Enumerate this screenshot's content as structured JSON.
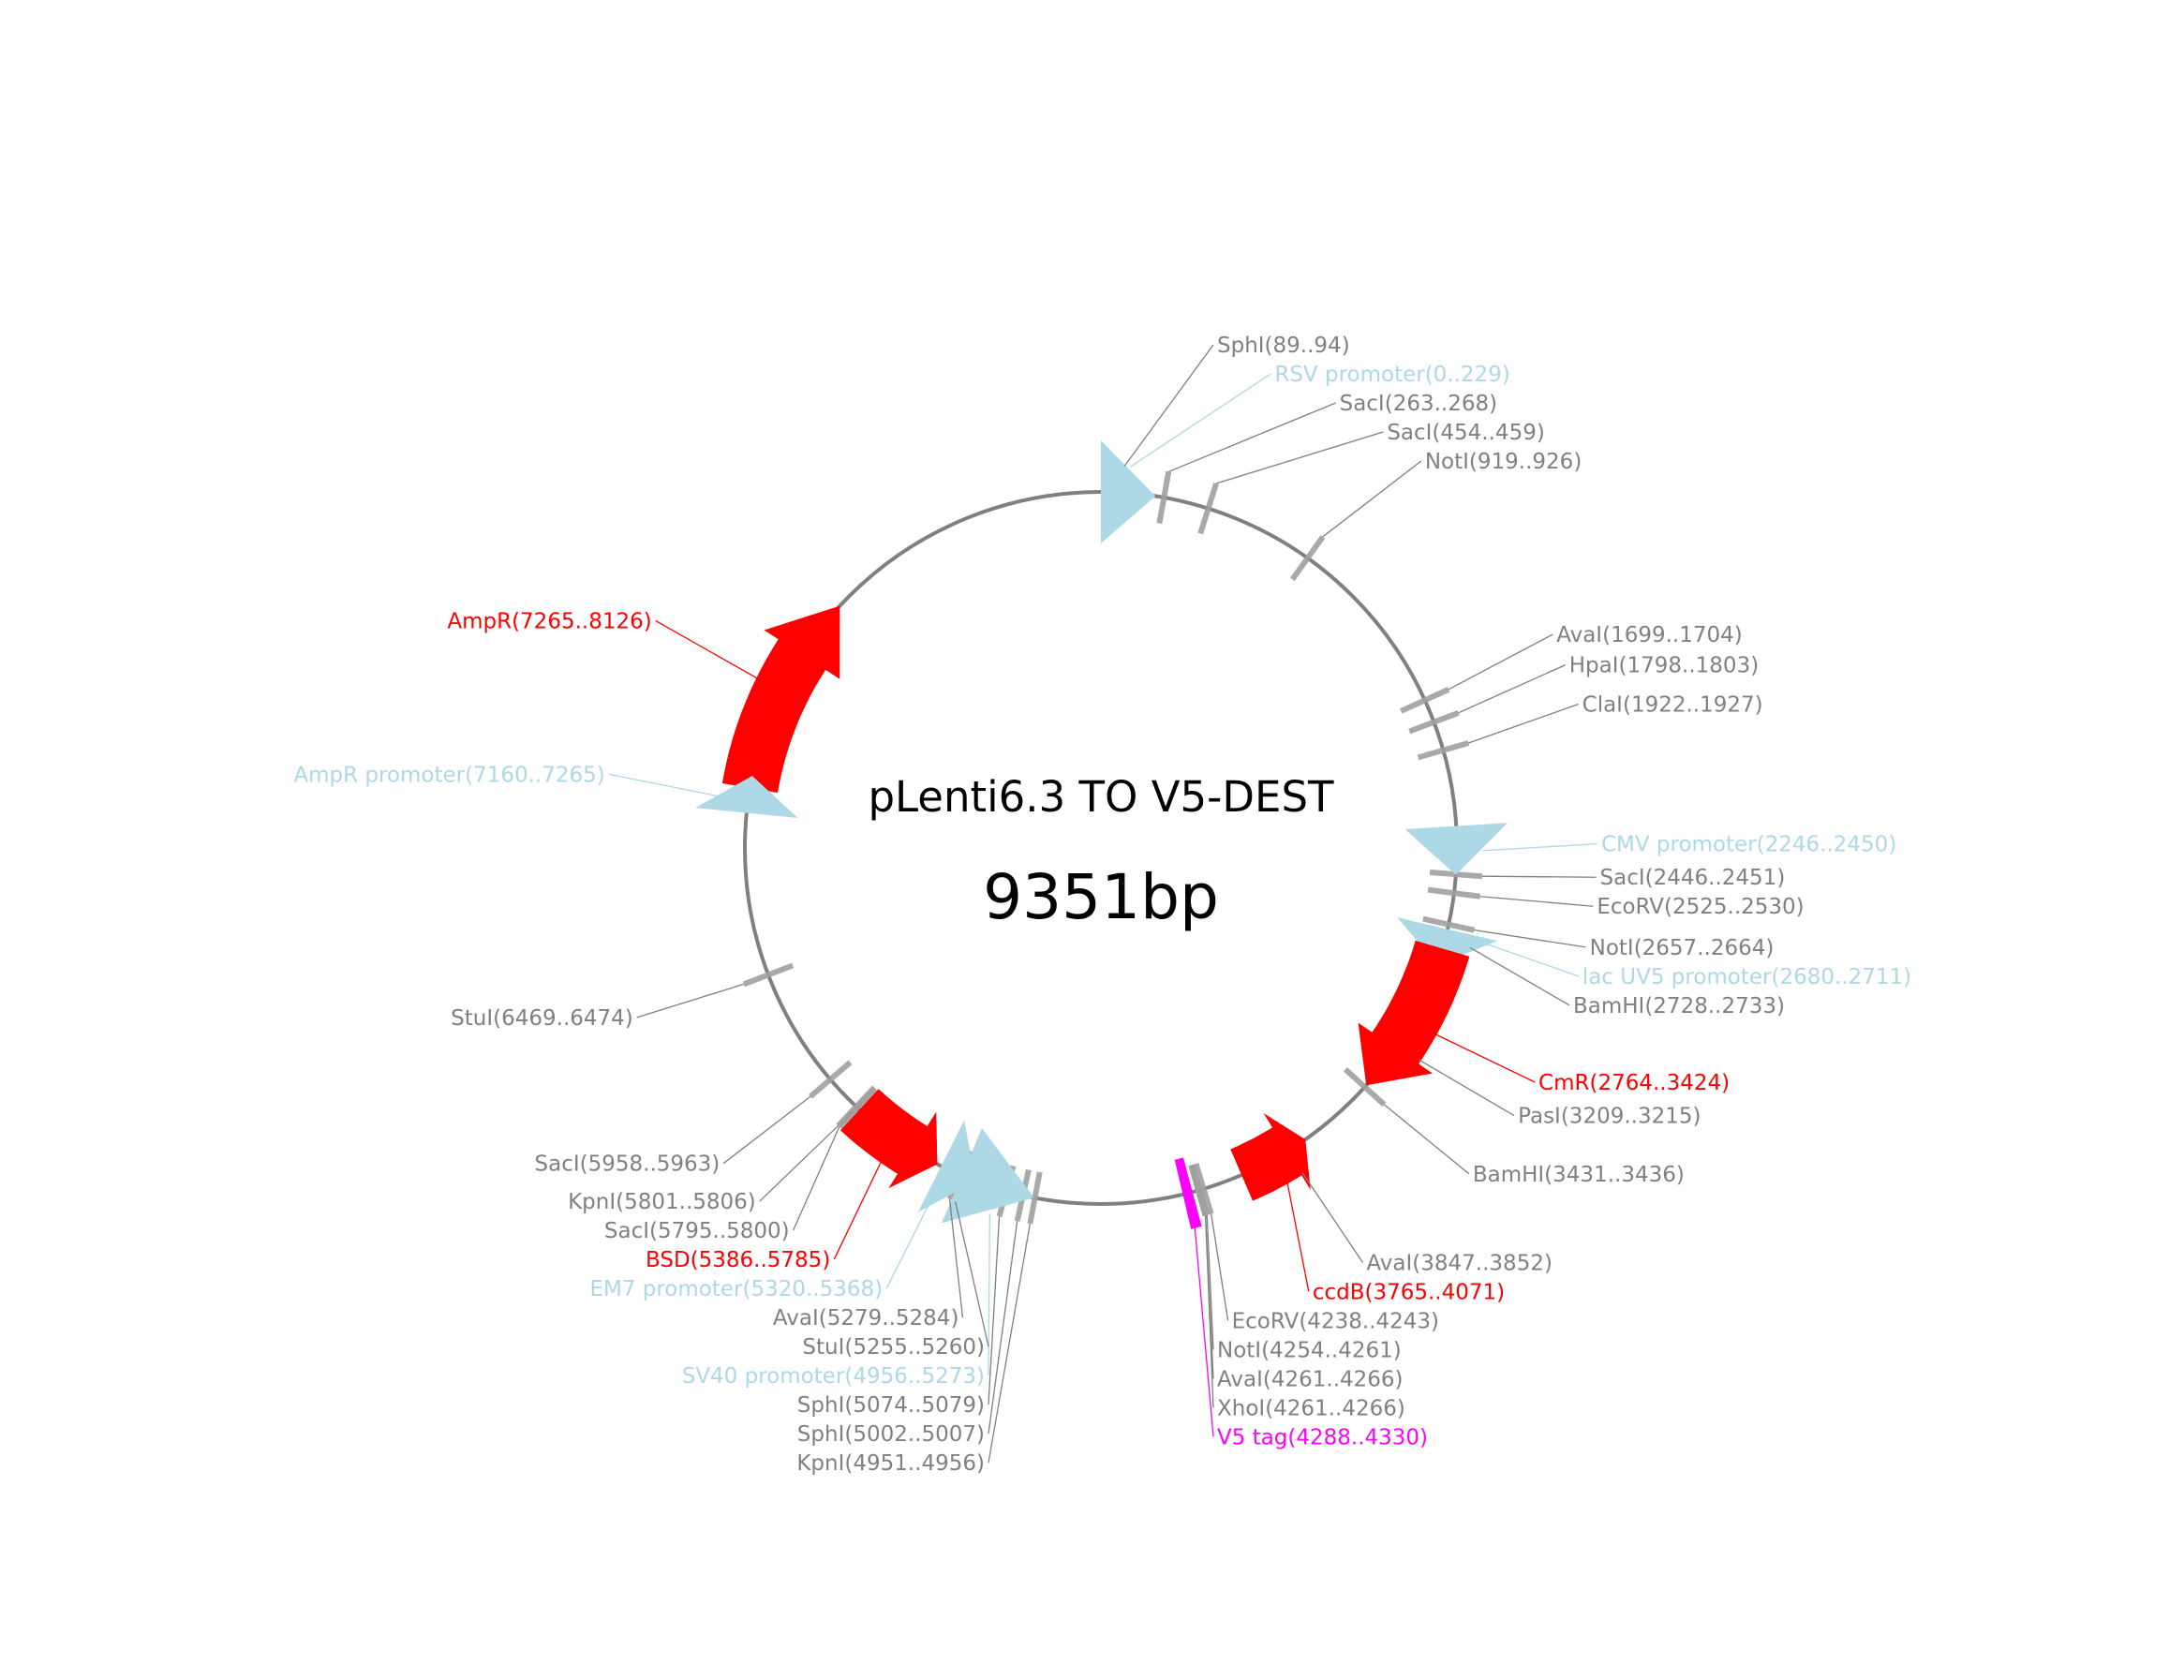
{
  "plasmid": {
    "name": "pLenti6.3 TO V5-DEST",
    "length_bp": 9351,
    "size_label": "9351bp"
  },
  "colors": {
    "backbone": "#808080",
    "site": "#a0a0a0",
    "site_label": "#808080",
    "gene": "#ff0000",
    "promoter": "#add8e6",
    "tag": "#ff00ff"
  },
  "features": [
    {
      "id": "ampr",
      "label": "AmpR(7265..8126)",
      "start": 7265,
      "end": 8126,
      "kind": "gene",
      "strand": 1
    },
    {
      "id": "ampr-promoter",
      "label": "AmpR promoter(7160..7265)",
      "start": 7160,
      "end": 7265,
      "kind": "promoter",
      "strand": 1
    },
    {
      "id": "rsv-promoter",
      "label": "RSV promoter(0..229)",
      "start": 0,
      "end": 229,
      "kind": "promoter",
      "strand": 1
    },
    {
      "id": "cmv-promoter",
      "label": "CMV promoter(2246..2450)",
      "start": 2246,
      "end": 2450,
      "kind": "promoter",
      "strand": 1
    },
    {
      "id": "lac-uv5-promoter",
      "label": "lac UV5 promoter(2680..2711)",
      "start": 2680,
      "end": 2711,
      "kind": "promoter",
      "strand": 1
    },
    {
      "id": "cmr",
      "label": "CmR(2764..3424)",
      "start": 2764,
      "end": 3424,
      "kind": "gene",
      "strand": 1
    },
    {
      "id": "ccdb",
      "label": "ccdB(3765..4071)",
      "start": 3765,
      "end": 4071,
      "kind": "gene",
      "strand": -1
    },
    {
      "id": "v5-tag",
      "label": "V5 tag(4288..4330)",
      "start": 4288,
      "end": 4330,
      "kind": "tag",
      "strand": 0
    },
    {
      "id": "sv40-promoter",
      "label": "SV40 promoter(4956..5273)",
      "start": 4956,
      "end": 5273,
      "kind": "promoter",
      "strand": -1
    },
    {
      "id": "em7-promoter",
      "label": "EM7 promoter(5320..5368)",
      "start": 5320,
      "end": 5368,
      "kind": "promoter",
      "strand": -1
    },
    {
      "id": "bsd",
      "label": "BSD(5386..5785)",
      "start": 5386,
      "end": 5785,
      "kind": "gene",
      "strand": -1
    }
  ],
  "sites": [
    {
      "label": "SphI(89..94)",
      "pos": 91
    },
    {
      "label": "SacI(263..268)",
      "pos": 265
    },
    {
      "label": "SacI(454..459)",
      "pos": 456
    },
    {
      "label": "NotI(919..926)",
      "pos": 922
    },
    {
      "label": "AvaI(1699..1704)",
      "pos": 1701
    },
    {
      "label": "HpaI(1798..1803)",
      "pos": 1800
    },
    {
      "label": "ClaI(1922..1927)",
      "pos": 1924
    },
    {
      "label": "SacI(2446..2451)",
      "pos": 2448
    },
    {
      "label": "EcoRV(2525..2530)",
      "pos": 2527
    },
    {
      "label": "NotI(2657..2664)",
      "pos": 2660
    },
    {
      "label": "BamHI(2728..2733)",
      "pos": 2730
    },
    {
      "label": "PasI(3209..3215)",
      "pos": 3212
    },
    {
      "label": "BamHI(3431..3436)",
      "pos": 3433
    },
    {
      "label": "AvaI(3847..3852)",
      "pos": 3849
    },
    {
      "label": "EcoRV(4238..4243)",
      "pos": 4240
    },
    {
      "label": "NotI(4254..4261)",
      "pos": 4257
    },
    {
      "label": "AvaI(4261..4266)",
      "pos": 4263
    },
    {
      "label": "XhoI(4261..4266)",
      "pos": 4263
    },
    {
      "label": "KpnI(4951..4956)",
      "pos": 4953
    },
    {
      "label": "SphI(5002..5007)",
      "pos": 5004
    },
    {
      "label": "SphI(5074..5079)",
      "pos": 5076
    },
    {
      "label": "StuI(5255..5260)",
      "pos": 5257
    },
    {
      "label": "AvaI(5279..5284)",
      "pos": 5281
    },
    {
      "label": "SacI(5795..5800)",
      "pos": 5797
    },
    {
      "label": "KpnI(5801..5806)",
      "pos": 5803
    },
    {
      "label": "SacI(5958..5963)",
      "pos": 5960
    },
    {
      "label": "StuI(6469..6474)",
      "pos": 6471
    }
  ]
}
